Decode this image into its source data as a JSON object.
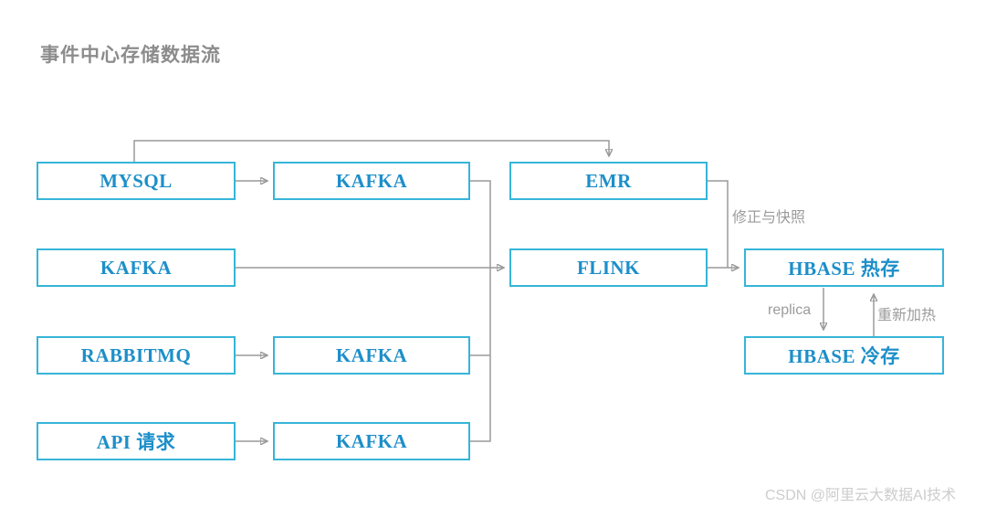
{
  "title": "事件中心存储数据流",
  "watermark": "CSDN @阿里云大数据AI技术",
  "colors": {
    "box_border": "#36b5d8",
    "box_text": "#1d8fc9",
    "connector": "#9a9a9a",
    "edge_label_text": "#9b9b9b",
    "title_text": "#8c8c8c",
    "watermark_text": "#cdcdcd"
  },
  "nodes": [
    {
      "id": "mysql",
      "label": "MYSQL"
    },
    {
      "id": "kafka-1",
      "label": "KAFKA"
    },
    {
      "id": "emr",
      "label": "EMR"
    },
    {
      "id": "kafka-2",
      "label": "KAFKA"
    },
    {
      "id": "flink",
      "label": "FLINK"
    },
    {
      "id": "hbase-hot",
      "label": "HBASE 热存"
    },
    {
      "id": "rabbitmq",
      "label": "RABBITMQ"
    },
    {
      "id": "kafka-3",
      "label": "KAFKA"
    },
    {
      "id": "hbase-cold",
      "label": "HBASE 冷存"
    },
    {
      "id": "api",
      "label": "API 请求"
    },
    {
      "id": "kafka-4",
      "label": "KAFKA"
    }
  ],
  "edges": [
    {
      "from": "mysql",
      "to": "emr",
      "label": ""
    },
    {
      "from": "mysql",
      "to": "kafka-1",
      "label": ""
    },
    {
      "from": "kafka-1",
      "to": "flink",
      "label": ""
    },
    {
      "from": "kafka-2",
      "to": "flink",
      "label": ""
    },
    {
      "from": "rabbitmq",
      "to": "kafka-3",
      "label": ""
    },
    {
      "from": "kafka-3",
      "to": "flink",
      "label": ""
    },
    {
      "from": "api",
      "to": "kafka-4",
      "label": ""
    },
    {
      "from": "kafka-4",
      "to": "flink",
      "label": ""
    },
    {
      "from": "flink",
      "to": "hbase-hot",
      "label": ""
    },
    {
      "from": "emr",
      "to": "hbase-hot",
      "label": "修正与快照"
    },
    {
      "from": "hbase-hot",
      "to": "hbase-cold",
      "label": "replica"
    },
    {
      "from": "hbase-cold",
      "to": "hbase-hot",
      "label": "重新加热"
    }
  ],
  "edge_labels": [
    {
      "id": "fix-snapshot",
      "text": "修正与快照"
    },
    {
      "id": "replica",
      "text": "replica"
    },
    {
      "id": "reheat",
      "text": "重新加热"
    }
  ]
}
